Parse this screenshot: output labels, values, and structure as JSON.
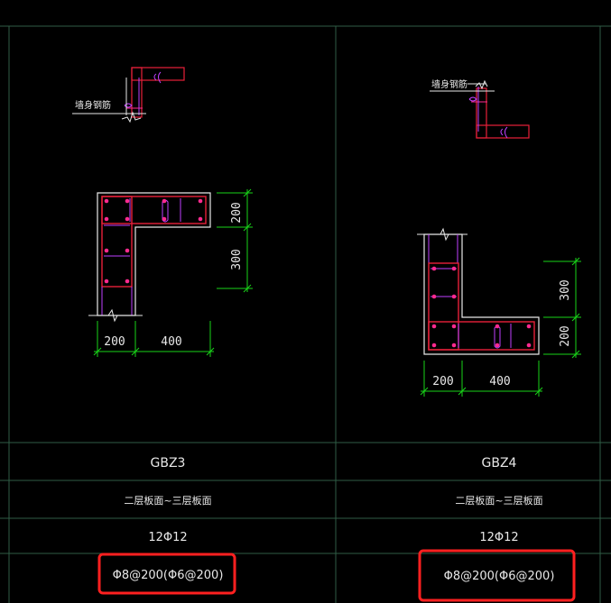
{
  "colors": {
    "background": "#000000",
    "grid_line": "#2f5d46",
    "wall_outline": "#e8e8e8",
    "rebar": "#ff2a8f",
    "rebar_red": "#e8203a",
    "stirrup": "#c040ff",
    "dimension": "#19d419",
    "text": "#e8e8e8",
    "highlight": "#ff2020"
  },
  "left_detail": {
    "wall_rebar_label": "墙身钢筋",
    "dim_vertical_top": "200",
    "dim_vertical_bottom": "300",
    "dim_horizontal_left": "200",
    "dim_horizontal_right": "400"
  },
  "right_detail": {
    "wall_rebar_label": "墙身钢筋",
    "dim_vertical_top": "300",
    "dim_vertical_bottom": "200",
    "dim_horizontal_left": "200",
    "dim_horizontal_right": "400"
  },
  "table": {
    "columns": [
      {
        "name": "GBZ3",
        "elevation": "二层板面~三层板面",
        "longitudinal_rebar": "12Φ12",
        "stirrup": "Φ8@200(Φ6@200)"
      },
      {
        "name": "GBZ4",
        "elevation": "二层板面~三层板面",
        "longitudinal_rebar": "12Φ12",
        "stirrup": "Φ8@200(Φ6@200)"
      }
    ]
  }
}
